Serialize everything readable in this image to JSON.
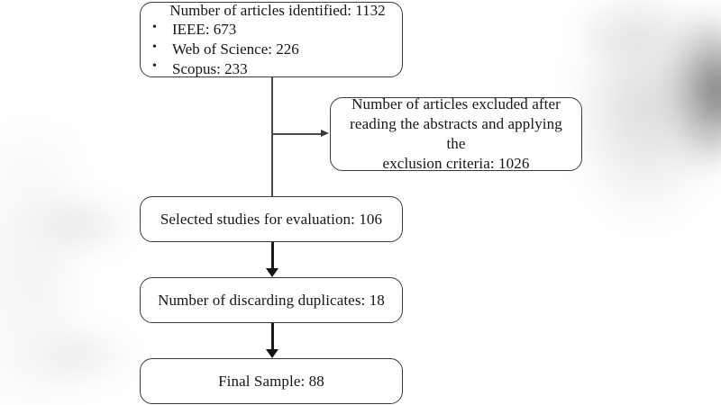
{
  "diagram": {
    "title": "PRISMA-style article selection flowchart",
    "stroke_color": "#3b3b3b",
    "arrow_color": "#141414",
    "text_color": "#151515",
    "background_color": "#ffffff",
    "nodes": {
      "identified": {
        "headline": "Number of articles identified: 1132",
        "bullets": [
          "IEEE: 673",
          "Web of Science: 226",
          "Scopus: 233"
        ]
      },
      "excluded": {
        "line1": "Number of articles excluded after",
        "line2": "reading the abstracts and applying the",
        "line3": "exclusion criteria: 1026"
      },
      "selected": {
        "label": "Selected studies for evaluation: 106"
      },
      "duplicates": {
        "label": "Number of discarding duplicates: 18"
      },
      "final": {
        "label": "Final Sample: 88"
      }
    }
  },
  "chart_data": {
    "type": "diagram",
    "title": "Article selection flow",
    "stages": [
      {
        "id": "identified",
        "label": "Number of articles identified",
        "value": 1132,
        "breakdown": [
          {
            "source": "IEEE",
            "value": 673
          },
          {
            "source": "Web of Science",
            "value": 226
          },
          {
            "source": "Scopus",
            "value": 233
          }
        ]
      },
      {
        "id": "excluded",
        "label": "Number of articles excluded after reading the abstracts and applying the exclusion criteria",
        "value": 1026
      },
      {
        "id": "selected",
        "label": "Selected studies for evaluation",
        "value": 106
      },
      {
        "id": "duplicates",
        "label": "Number of discarding duplicates",
        "value": 18
      },
      {
        "id": "final",
        "label": "Final Sample",
        "value": 88
      }
    ],
    "edges": [
      {
        "from": "identified",
        "to": "excluded",
        "style": "branch-arrow"
      },
      {
        "from": "identified",
        "to": "selected",
        "style": "arrow"
      },
      {
        "from": "selected",
        "to": "duplicates",
        "style": "arrow"
      },
      {
        "from": "duplicates",
        "to": "final",
        "style": "arrow"
      }
    ]
  }
}
